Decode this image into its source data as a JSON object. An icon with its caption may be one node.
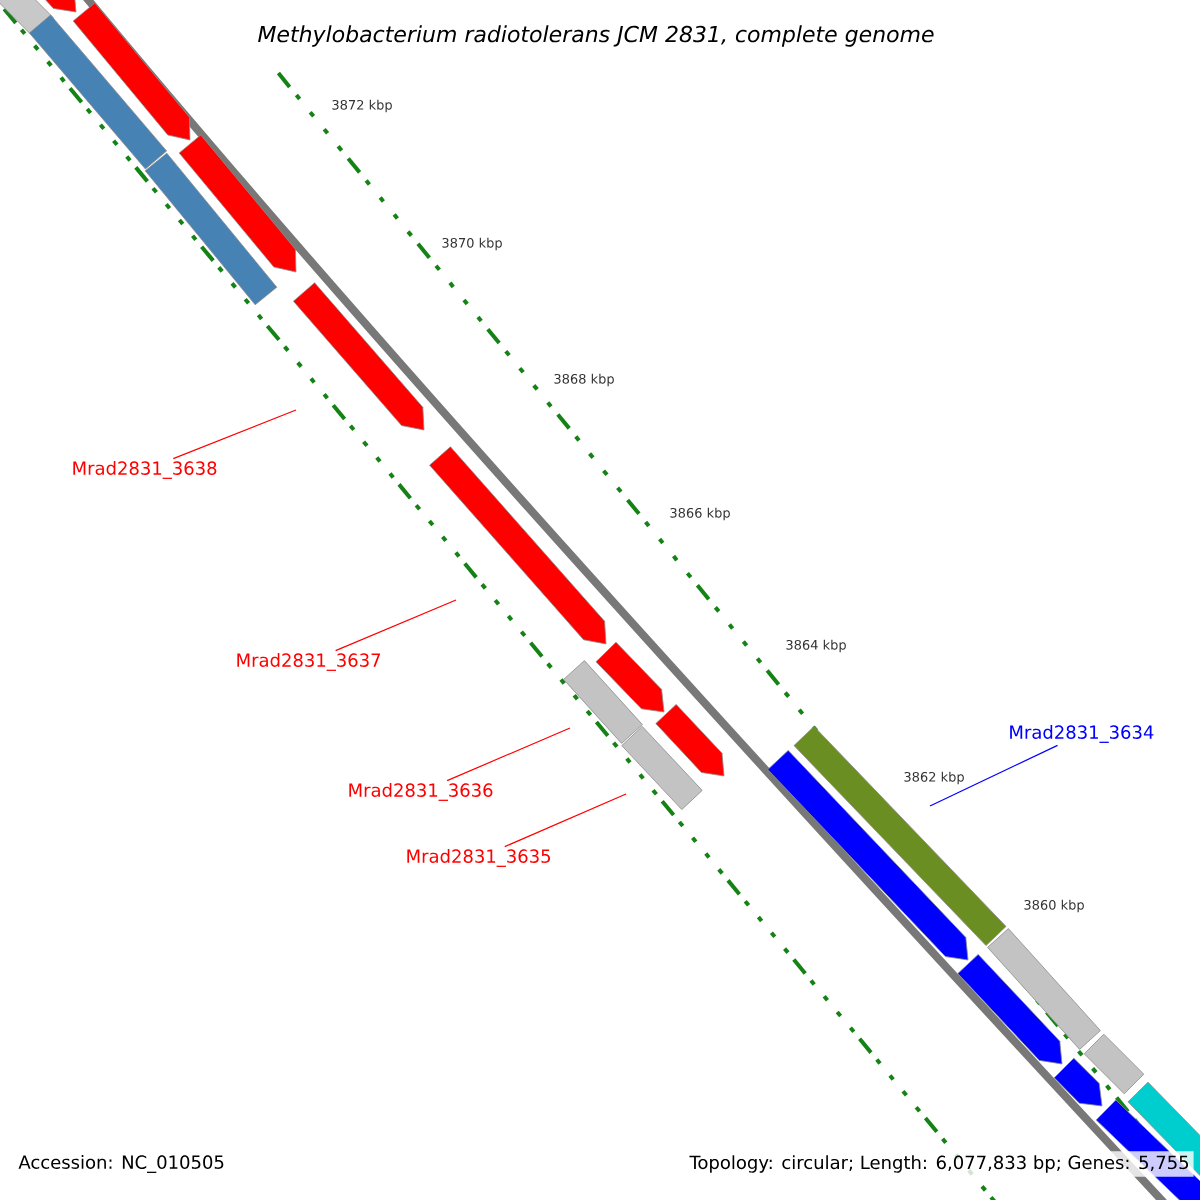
{
  "diagram": {
    "title": "Methylobacterium radiotolerans JCM 2831, complete genome",
    "nodes": [
      {
        "text": [
          "Mrad2831_3638"
        ]
      },
      {
        "text": [
          "Mrad2831_3637"
        ]
      },
      {
        "text": [
          "Mrad2831_3636"
        ]
      },
      {
        "text": [
          "Mrad2831_3635"
        ]
      },
      {
        "text": [
          "Mrad2831_3634"
        ]
      }
    ],
    "edges": [
      {
        "from": 0,
        "to": null,
        "arrow": "none"
      },
      {
        "from": 1,
        "to": null,
        "arrow": "none"
      },
      {
        "from": 2,
        "to": null,
        "arrow": "none"
      },
      {
        "from": 3,
        "to": null,
        "arrow": "none"
      },
      {
        "from": 4,
        "to": null,
        "arrow": "none",
        "color": "#0000ff"
      }
    ],
    "labels": [
      "3872 kbp",
      "3870 kbp",
      "3868 kbp",
      "3866 kbp",
      "3864 kbp",
      "3862 kbp",
      "3860 kbp",
      "Accession: NC_010505",
      "Topology: circular; Length: 6,077,833 bp; Genes: 5,755"
    ]
  }
}
